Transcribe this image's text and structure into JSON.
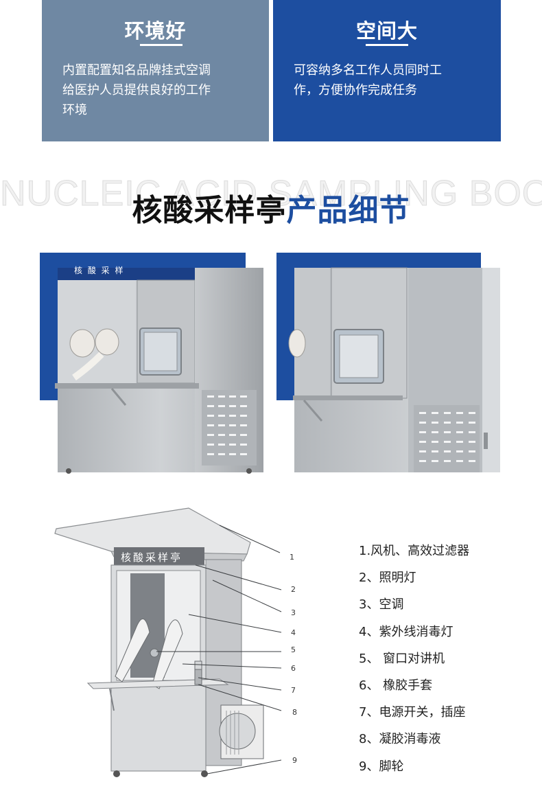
{
  "features": [
    {
      "title": "环境好",
      "lines": [
        "内置配置知名品牌挂式空调",
        "给医护人员提供良好的工作",
        "环境"
      ]
    },
    {
      "title": "空间大",
      "lines": [
        "可容纳多名工作人员同时工",
        "作，方便协作完成任务"
      ]
    }
  ],
  "section": {
    "watermark": "NUCLEIC ACID SAMPLING BOOTH",
    "title_black": "核酸采样亭",
    "title_blue": "产品细节"
  },
  "photo_sign": "核 酸 采 样",
  "diagram": {
    "sign": "核酸采样亭",
    "callouts": [
      "1",
      "2",
      "3",
      "4",
      "5",
      "6",
      "7",
      "8",
      "9"
    ]
  },
  "parts": [
    "1.风机、高效过滤器",
    "2、照明灯",
    "3、空调",
    "4、紫外线消毒灯",
    "5、 窗口对讲机",
    "6、 橡胶手套",
    "7、电源开关，插座",
    "8、凝胶消毒液",
    "9、脚轮"
  ],
  "colors": {
    "card_left": "#6f88a3",
    "card_right": "#1d4ea0",
    "title_blue": "#1d4ea0",
    "steel": "#b9bcc0"
  }
}
